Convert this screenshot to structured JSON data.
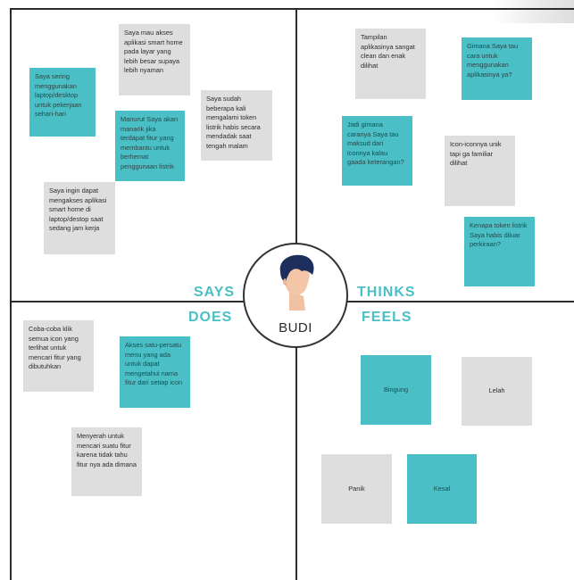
{
  "quadrants": {
    "says": "SAYS",
    "thinks": "THINKS",
    "does": "DOES",
    "feels": "FEELS"
  },
  "persona": {
    "name": "BUDI",
    "avatar_icon": "person-avatar-icon"
  },
  "colors": {
    "teal": "#4bbfc6",
    "grey": "#dedede",
    "lines": "#2b2b2b"
  },
  "says_notes": [
    {
      "text": "Saya sering menggunakan laptop/desktop untuk pekerjaan sehari-hari",
      "color": "teal"
    },
    {
      "text": "Saya mau akses aplikasi smart home pada layar yang lebih besar supaya lebih nyaman",
      "color": "grey"
    },
    {
      "text": "Manurut Saya akan manarik jika terdapat fitur yang membantu untuk berhemat penggunaan listrik",
      "color": "teal"
    },
    {
      "text": "Saya sudah beberapa kali mengalami token listrik habis secara mendadak saat tengah malam",
      "color": "grey"
    },
    {
      "text": "Saya ingin dapat mengakses aplikasi smart home di laptop/destop saat sedang jam kerja",
      "color": "grey"
    }
  ],
  "thinks_notes": [
    {
      "text": "Tampilan aplikasinya sangat clean dan enak dilihat",
      "color": "grey"
    },
    {
      "text": "Gimana Saya tau cara untuk menggunakan aplikasinya ya?",
      "color": "teal"
    },
    {
      "text": "Jadi gimana caranya Saya tau maksud dari iconnya kalau gaada keterangan?",
      "color": "teal"
    },
    {
      "text": "Icon-iconnya unik tapi ga familiar dilihat",
      "color": "grey"
    },
    {
      "text": "Kenapa token listrik Saya habis diluar perkiraan?",
      "color": "teal"
    }
  ],
  "does_notes": [
    {
      "text": "Coba-coba klik semua icon yang terlihat untuk mencari fitur yang dibutuhkan",
      "color": "grey"
    },
    {
      "text": "Akses satu-persatu menu yang ada untuk dapat mengetahui nama fitur dari setiap icon",
      "color": "teal"
    },
    {
      "text": "Menyerah untuk mencari suatu fitur karena tidak tahu fitur nya ada dimana",
      "color": "grey"
    }
  ],
  "feels_notes": [
    {
      "text": "Bingung",
      "color": "teal"
    },
    {
      "text": "Lelah",
      "color": "grey"
    },
    {
      "text": "Panik",
      "color": "grey"
    },
    {
      "text": "Kesal",
      "color": "teal"
    }
  ]
}
